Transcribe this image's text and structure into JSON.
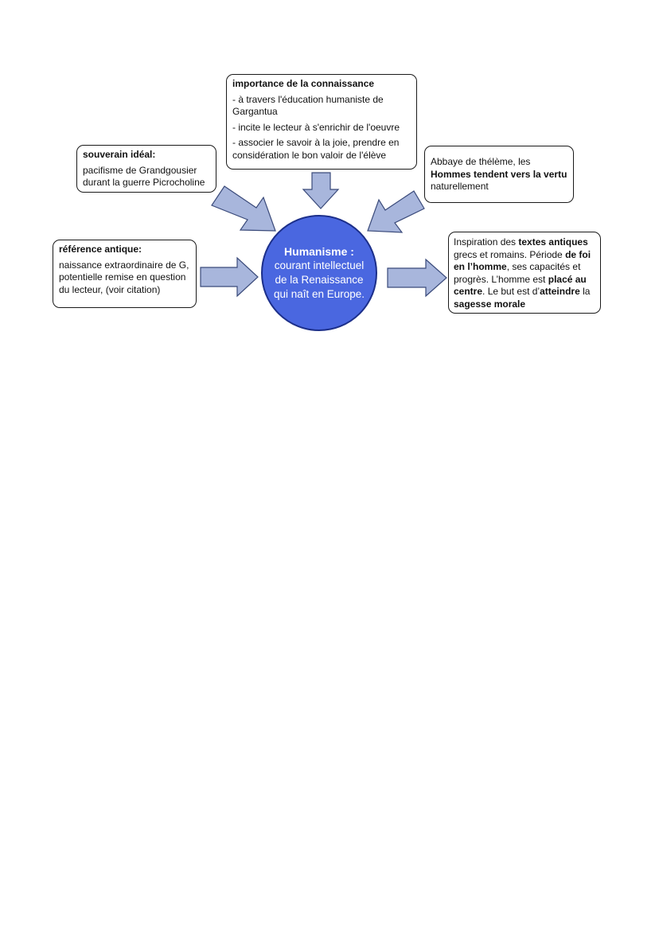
{
  "center": {
    "title": "Humanisme :",
    "body": "courant intellectuel de la Renaissance qui naît en Europe.",
    "color": "#4a67e0"
  },
  "connaissance": {
    "title": "importance de la connaissance",
    "item1": "-  à travers l'éducation humaniste de Gargantua",
    "item2": "- incite le lecteur à s'enrichir de l'oeuvre",
    "item3": "- associer le savoir à la joie, prendre en considération le bon valoir de l'élève"
  },
  "souverain": {
    "title": "souverain idéal:",
    "body": "pacifisme de Grandgousier durant la guerre Picrocholine"
  },
  "abbaye": {
    "part1": "Abbaye de thélème, les ",
    "bold1": "Hommes tendent vers la vertu",
    "part2": " naturellement"
  },
  "reference": {
    "title": "référence antique:",
    "body": "naissance extraordinaire de G, potentielle remise en question du lecteur, (voir citation)"
  },
  "inspiration": {
    "t1": "Inspiration des ",
    "b1": "textes antiques",
    "t2": " grecs et romains. Période ",
    "b2": "de foi en l’homme",
    "t3": ", ses capacités et progrès. L’homme est ",
    "b3": "placé au centre",
    "t4": ". Le but est d’",
    "b4": "atteindre",
    "t5": " la ",
    "b5": "sagesse morale"
  },
  "arrow_color": "#a8b6dc"
}
